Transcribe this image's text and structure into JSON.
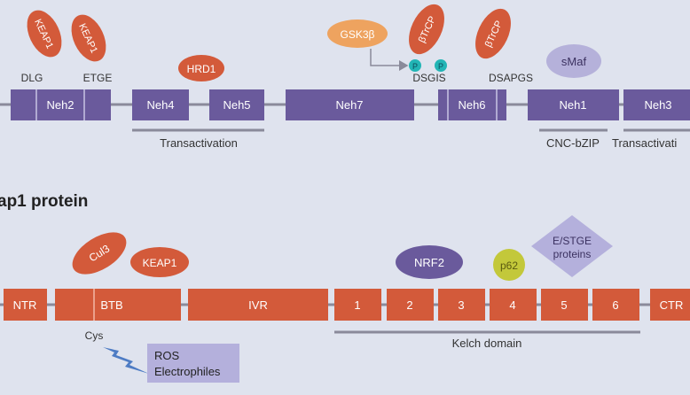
{
  "nrf2": {
    "domains": [
      "Neh2",
      "Neh4",
      "Neh5",
      "Neh7",
      "Neh6",
      "Neh1",
      "Neh3"
    ],
    "motifs": [
      "DLG",
      "ETGE",
      "DSGIS",
      "DSAPGS"
    ],
    "binders": [
      "KEAP1",
      "KEAP1",
      "HRD1",
      "GSK3β",
      "βTrCP",
      "βTrCP",
      "sMaf"
    ],
    "phospho": "P",
    "regions": [
      "Transactivation",
      "CNC-bZIP",
      "Transactivati"
    ]
  },
  "keap1": {
    "title": "ap1 protein",
    "domains": [
      "NTR",
      "BTB",
      "IVR",
      "1",
      "2",
      "3",
      "4",
      "5",
      "6",
      "CTR"
    ],
    "binders": [
      "Cul3",
      "KEAP1",
      "NRF2",
      "p62"
    ],
    "diamond": [
      "E/STGE",
      "proteins"
    ],
    "cys": "Cys",
    "ros": [
      "ROS",
      "Electrophiles"
    ],
    "region": "Kelch domain"
  },
  "colors": {
    "background": "#dfe3ee",
    "nrf2_domain": "#6a5a9c",
    "keap1_domain": "#d35a3a",
    "gsk3b": "#eea35f",
    "smaf": "#b5b1da",
    "phospho": "#22b5b5",
    "p62": "#c3c83a",
    "diamond": "#b4b0dc",
    "line": "#8a8a9a"
  }
}
